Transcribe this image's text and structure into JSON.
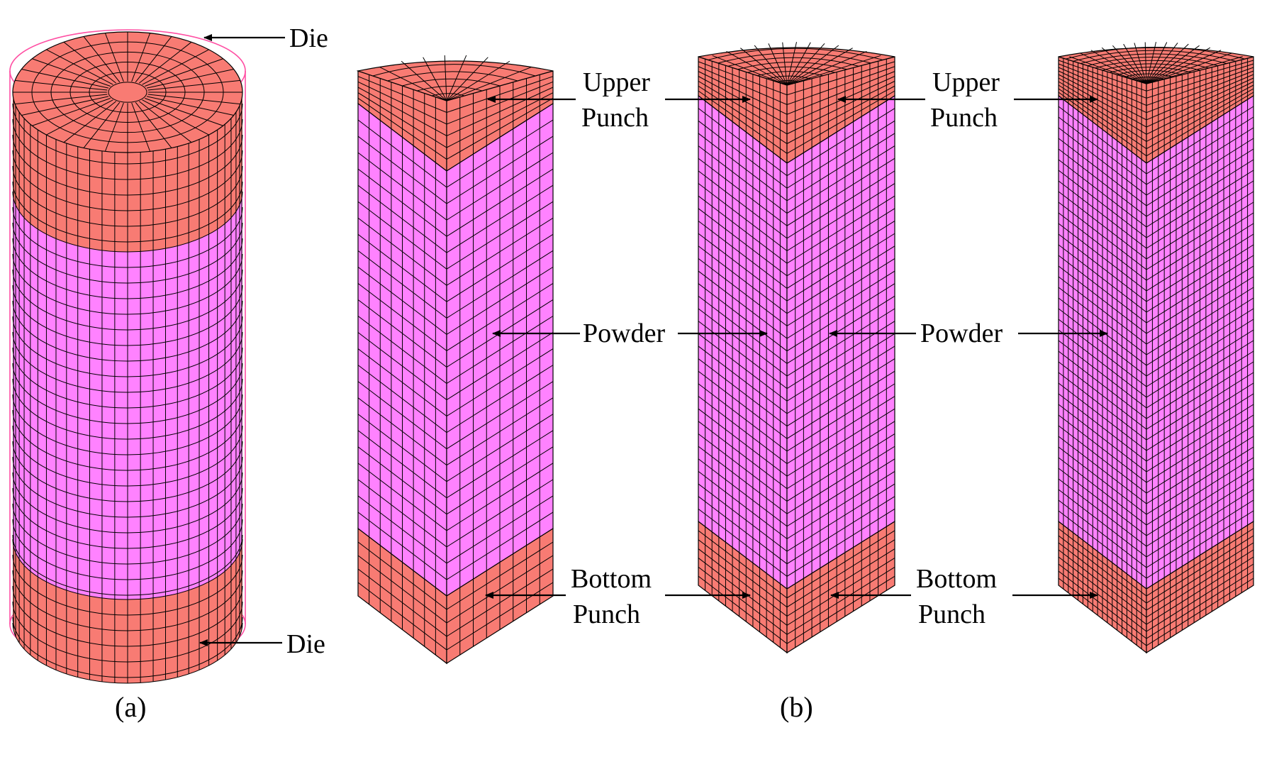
{
  "colors": {
    "punch": "#f87b73",
    "powder": "#ff82ff",
    "mesh_line": "#000000",
    "die_wire": "#ff4fa3",
    "background": "#ffffff"
  },
  "labels": {
    "die_top": "Die",
    "die_bottom": "Die",
    "model2": {
      "upper_line1": "Upper",
      "upper_line2": "Punch",
      "powder": "Powder",
      "bottom_line1": "Bottom",
      "bottom_line2": "Punch"
    },
    "model3": {
      "upper_line1": "Upper",
      "upper_line2": "Punch",
      "powder": "Powder",
      "bottom_line1": "Bottom",
      "bottom_line2": "Punch"
    }
  },
  "captions": {
    "a": "(a)",
    "b": "(b)"
  }
}
